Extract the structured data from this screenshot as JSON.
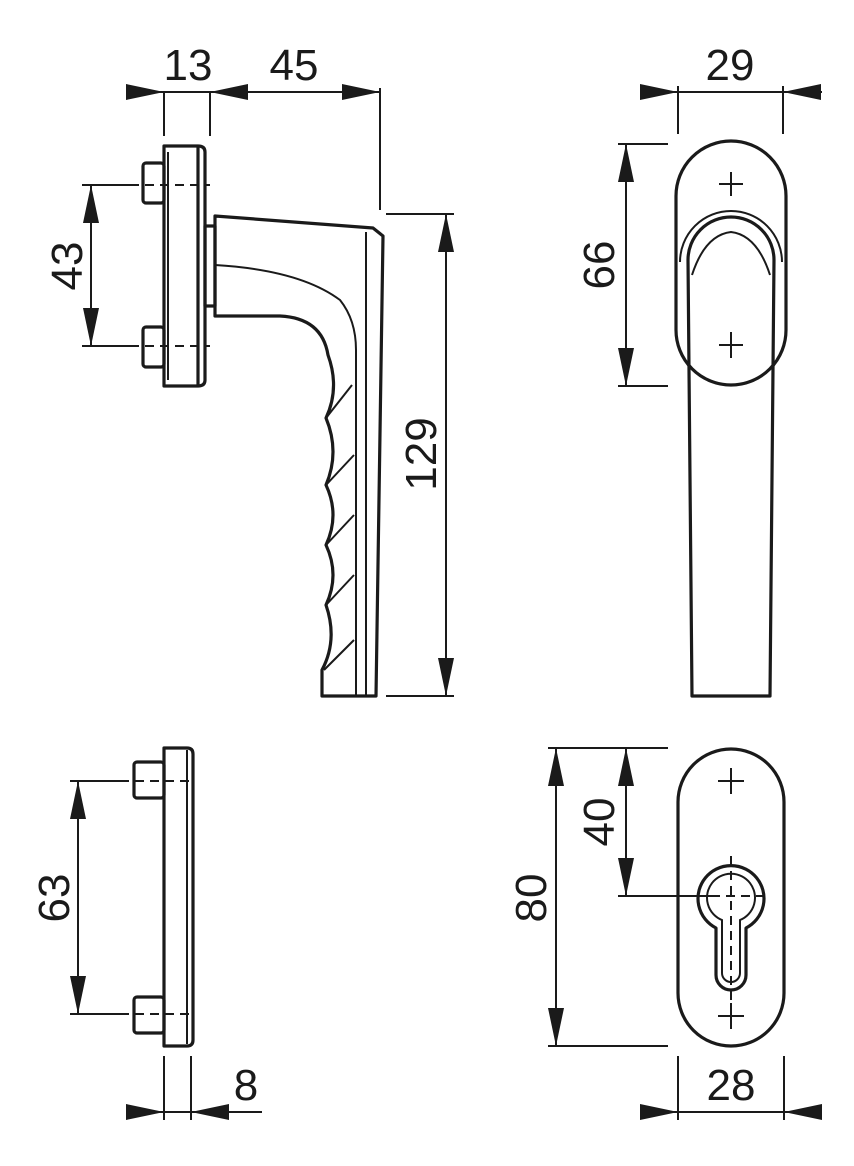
{
  "colors": {
    "line": "#1a1a1a",
    "background": "#ffffff"
  },
  "views": {
    "handle_side": {
      "dim_rose_depth": "13",
      "dim_handle_projection": "45",
      "dim_screw_spacing": "43",
      "dim_handle_length": "129"
    },
    "handle_front": {
      "dim_width": "29",
      "dim_rose_height": "66"
    },
    "escutcheon_side": {
      "dim_screw_spacing": "63",
      "dim_thickness": "8"
    },
    "escutcheon_front": {
      "dim_height": "80",
      "dim_cylinder_offset": "40",
      "dim_width": "28"
    }
  }
}
